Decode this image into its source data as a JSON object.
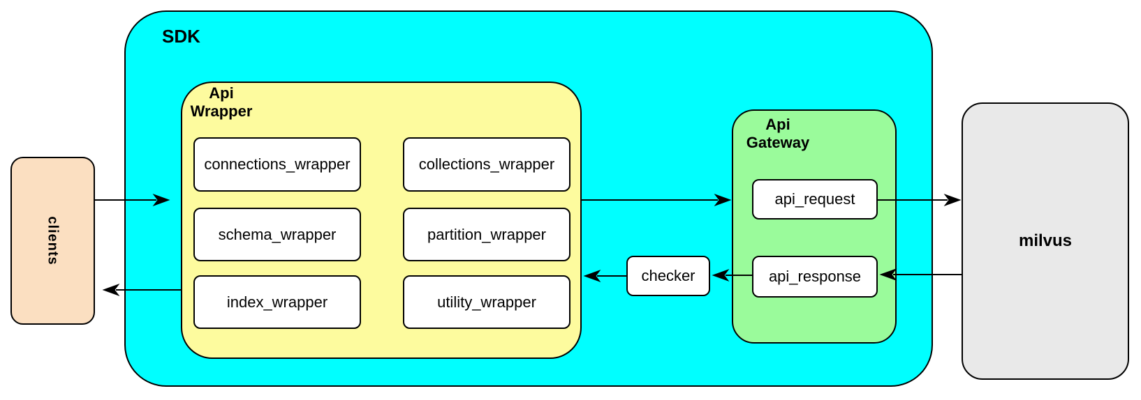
{
  "colors": {
    "sdk_fill": "#00FFFF",
    "api_wrapper_fill": "#FDFB9E",
    "api_gateway_fill": "#9AFB9B",
    "clients_fill": "#FBDFC1",
    "milvus_fill": "#E9E9E9",
    "leaf_fill": "#FFFFFF",
    "border": "#000000"
  },
  "nodes": {
    "sdk": {
      "label": "SDK"
    },
    "clients": {
      "label": "clients"
    },
    "milvus": {
      "label": "milvus"
    },
    "checker": {
      "label": "checker"
    },
    "api_wrapper": {
      "label": "Api\nWrapper",
      "boxes": [
        {
          "label": "connections_wrapper"
        },
        {
          "label": "collections_wrapper"
        },
        {
          "label": "schema_wrapper"
        },
        {
          "label": "partition_wrapper"
        },
        {
          "label": "index_wrapper"
        },
        {
          "label": "utility_wrapper"
        }
      ]
    },
    "api_gateway": {
      "label": "Api\nGateway",
      "boxes": [
        {
          "label": "api_request"
        },
        {
          "label": "api_response"
        }
      ]
    }
  },
  "edges": [
    {
      "from": "clients",
      "to": "api_wrapper"
    },
    {
      "from": "api_wrapper",
      "to": "api_gateway"
    },
    {
      "from": "api_request",
      "to": "milvus"
    },
    {
      "from": "milvus",
      "to": "api_response"
    },
    {
      "from": "api_response",
      "to": "checker"
    },
    {
      "from": "checker",
      "to": "api_wrapper"
    },
    {
      "from": "api_wrapper",
      "to": "clients"
    }
  ]
}
